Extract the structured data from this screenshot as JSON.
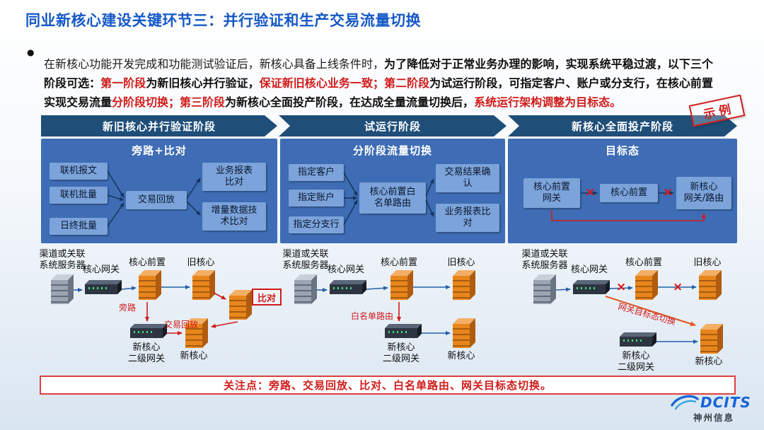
{
  "title": "同业新核心建设关键环节三：并行验证和生产交易流量切换",
  "stamp_label": "示例",
  "bullet_glyph": "●",
  "x_mark": "×",
  "intro_segments": [
    {
      "text": "在新核心功能开发完成和功能测试验证后，新核心具备上线条件时，",
      "emphasis": "normal"
    },
    {
      "text": "为了降低对于正常业务办理的影响，实现系统平稳过渡，以下三个阶段可选：",
      "emphasis": "bold"
    },
    {
      "text": "第一阶段",
      "emphasis": "red"
    },
    {
      "text": "为新旧核心并行验证，",
      "emphasis": "bold"
    },
    {
      "text": "保证新旧核心业务一致；",
      "emphasis": "red"
    },
    {
      "text": "第二阶段",
      "emphasis": "red"
    },
    {
      "text": "为试运行阶段，可指定客户、账户或分支行，在核心前置实现交易流量",
      "emphasis": "bold"
    },
    {
      "text": "分阶段切换；",
      "emphasis": "red"
    },
    {
      "text": "第三阶段",
      "emphasis": "red"
    },
    {
      "text": "为新核心全面投产阶段，在达成全量流量切换后，",
      "emphasis": "bold"
    },
    {
      "text": "系统运行架构调整为目标态。",
      "emphasis": "red"
    }
  ],
  "phase_headers": [
    "新旧核心并行验证阶段",
    "试运行阶段",
    "新核心全面投产阶段"
  ],
  "panel1": {
    "title": "旁路+比对",
    "inputs": [
      "联机报文",
      "联机批量",
      "日终批量"
    ],
    "center": "交易回放",
    "outputs": [
      "业务报表\n比对",
      "增量数据技\n术比对"
    ]
  },
  "panel2": {
    "title": "分阶段流量切换",
    "inputs": [
      "指定客户",
      "指定账户",
      "指定分支行"
    ],
    "center": "核心前置白\n名单路由",
    "outputs": [
      "交易结果确\n认",
      "业务报表比\n对"
    ]
  },
  "panel3": {
    "title": "目标态",
    "nodes": [
      "核心前置\n网关",
      "核心前置",
      "新核心\n网关/路由"
    ]
  },
  "diagram1": {
    "channel": "渠道或关联\n系统服务器",
    "gateway": "核心网关",
    "front": "核心前置",
    "old_core": "旧核心",
    "bypass": "旁路",
    "replay": "交易回放",
    "compare": "比对",
    "secondary_gateway": "新核心\n二级网关",
    "new_core": "新核心"
  },
  "diagram2": {
    "channel": "渠道或关联\n系统服务器",
    "gateway": "核心网关",
    "front": "核心前置",
    "old_core": "旧核心",
    "whitelist": "白名单路由",
    "secondary_gateway": "新核心\n二级网关",
    "new_core": "新核心"
  },
  "diagram3": {
    "channel": "渠道或关联\n系统服务器",
    "gateway": "核心网关",
    "front": "核心前置",
    "old_core": "旧核心",
    "switch_note": "网关目标态切换",
    "secondary_gateway": "新核心\n二级网关",
    "new_core": "新核心"
  },
  "footer_note": "关注点：旁路、交易回放、比对、白名单路由、网关目标态切换。",
  "logo": {
    "brand": "DCITS",
    "company": "神州信息"
  },
  "colors": {
    "title_blue": "#1558C8",
    "chevron_navy": "#1F4E79",
    "panel_blue": "#3E6DB5",
    "box_blue": "#7CA3DA",
    "accent_red": "#D11A1A",
    "server_orange": "#E8861C",
    "connector_blue": "#2460A8",
    "target_orange": "#E0571F"
  }
}
